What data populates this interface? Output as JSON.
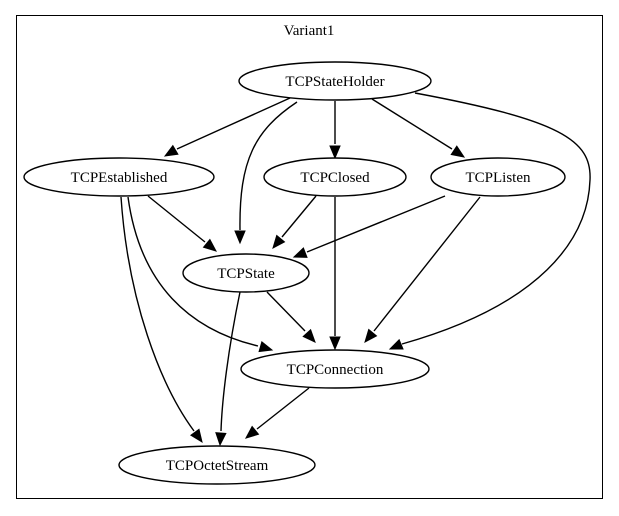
{
  "graph": {
    "cluster_label": "Variant1",
    "nodes": [
      {
        "id": "holder",
        "label": "TCPStateHolder"
      },
      {
        "id": "established",
        "label": "TCPEstablished"
      },
      {
        "id": "closed",
        "label": "TCPClosed"
      },
      {
        "id": "listen",
        "label": "TCPListen"
      },
      {
        "id": "state",
        "label": "TCPState"
      },
      {
        "id": "connection",
        "label": "TCPConnection"
      },
      {
        "id": "octet",
        "label": "TCPOctetStream"
      }
    ],
    "edges": [
      {
        "from": "holder",
        "to": "established"
      },
      {
        "from": "holder",
        "to": "state"
      },
      {
        "from": "holder",
        "to": "closed"
      },
      {
        "from": "holder",
        "to": "listen"
      },
      {
        "from": "holder",
        "to": "connection"
      },
      {
        "from": "established",
        "to": "state"
      },
      {
        "from": "established",
        "to": "connection"
      },
      {
        "from": "established",
        "to": "octet"
      },
      {
        "from": "closed",
        "to": "state"
      },
      {
        "from": "closed",
        "to": "connection"
      },
      {
        "from": "listen",
        "to": "state"
      },
      {
        "from": "listen",
        "to": "connection"
      },
      {
        "from": "state",
        "to": "connection"
      },
      {
        "from": "state",
        "to": "octet"
      },
      {
        "from": "connection",
        "to": "octet"
      }
    ]
  }
}
